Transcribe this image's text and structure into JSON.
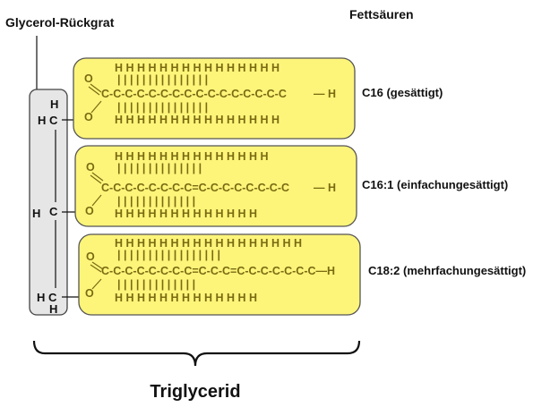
{
  "labels": {
    "glycerol": "Glycerol-Rückgrat",
    "fatty_acids": "Fettsäuren",
    "triglyceride": "Triglycerid"
  },
  "glycerol_atoms": {
    "h_top": "H",
    "hc_top": "H C",
    "h_mid": "H",
    "c_mid": "C",
    "hc_bottom": "H C",
    "h_bottom": "H"
  },
  "fatty_acid_chains": [
    {
      "label": "C16 (gesättigt)",
      "top_h": "H H H H H H H H H H H H H H H",
      "top_bonds": "| | | | | | | | | | | | | | |",
      "chain": "C-C-C-C-C-C-C-C-C-C-C-C-C-C-C-C",
      "end": "— H",
      "bottom_bonds": "| | | | | | | | | | | | | | |",
      "bottom_h": "H H H H H H H H H H H H H H H",
      "o_double": "O",
      "o_single": "O"
    },
    {
      "label": "C16:1 (einfachungesättigt)",
      "top_h": "H H H H H H H H H H H H H H",
      "top_bonds": "| | | | | | | | | | | | | |",
      "chain": "C-C-C-C-C-C-C-C=C-C-C-C-C-C-C-C",
      "end": "— H",
      "bottom_bonds": "| | | | | |      | | | | | | |",
      "bottom_h": "H H H H H H      H H H H H H H",
      "o_double": "O",
      "o_single": "O"
    },
    {
      "label": "C18:2 (mehrfachungesättigt)",
      "top_h": "H H H H H H H H H H H H H H H H H",
      "top_bonds": "| | | | | | | | | | | | | | | | |",
      "chain": "C-C-C-C-C-C-C-C=C-C-C=C-C-C-C-C-C-C—H",
      "end": "",
      "bottom_bonds": "| | | | | |     |     | | | | | |",
      "bottom_h": "H H H H H H     H     H H H H H H",
      "o_double": "O",
      "o_single": "O"
    }
  ],
  "colors": {
    "chain_box_fill": "#fdf57a",
    "chain_box_stroke": "#555555",
    "glycerol_fill": "#e6e6e6",
    "chem_text": "#7a6a12",
    "line": "#111111"
  }
}
